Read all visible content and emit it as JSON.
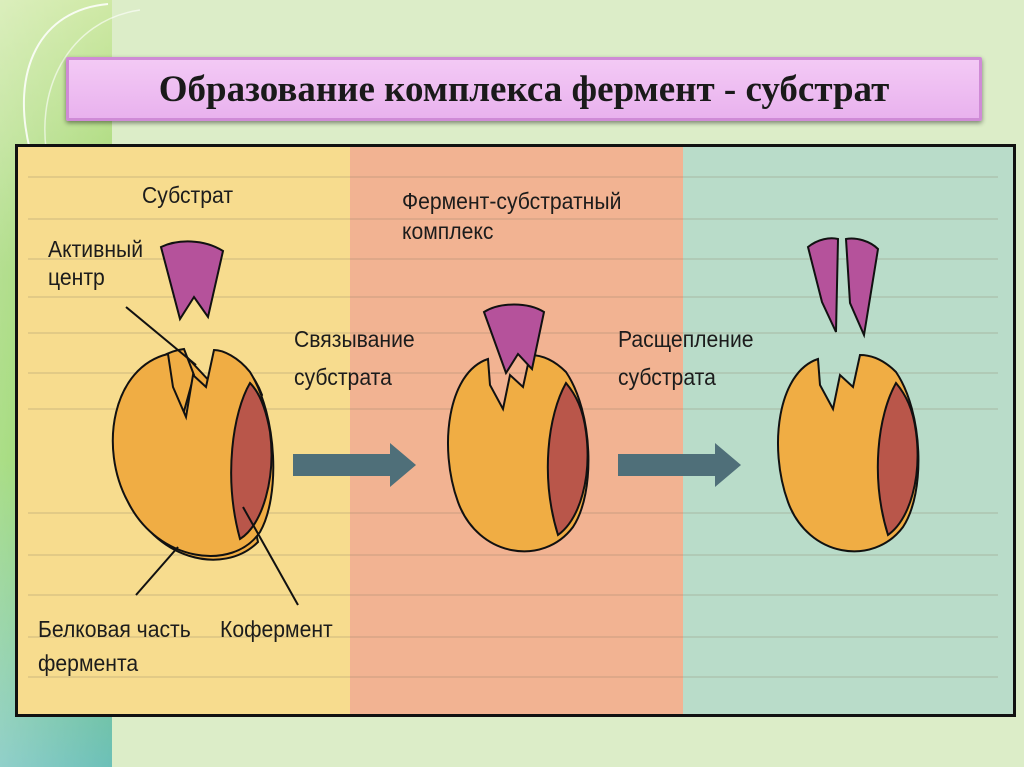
{
  "slide": {
    "title": "Образование комплекса фермент - субстрат"
  },
  "diagram": {
    "labels": {
      "substrate": "Субстрат",
      "active_center_1": "Активный",
      "active_center_2": "центр",
      "es_complex_1": "Фермент-субстратный",
      "es_complex_2": "комплекс",
      "binding_1": "Связывание",
      "binding_2": "субстрата",
      "cleavage_1": "Расщепление",
      "cleavage_2": "субстрата",
      "protein_part_1": "Белковая часть",
      "protein_part_2": "фермента",
      "coenzyme": "Кофермент"
    },
    "colors": {
      "panel_left": "#f7dc8e",
      "panel_middle": "#f2b392",
      "panel_right": "#b9dcc9",
      "enzyme_body": "#f0ad44",
      "coenzyme": "#b9564a",
      "substrate": "#b5529b",
      "arrow": "#4f6f79"
    }
  }
}
